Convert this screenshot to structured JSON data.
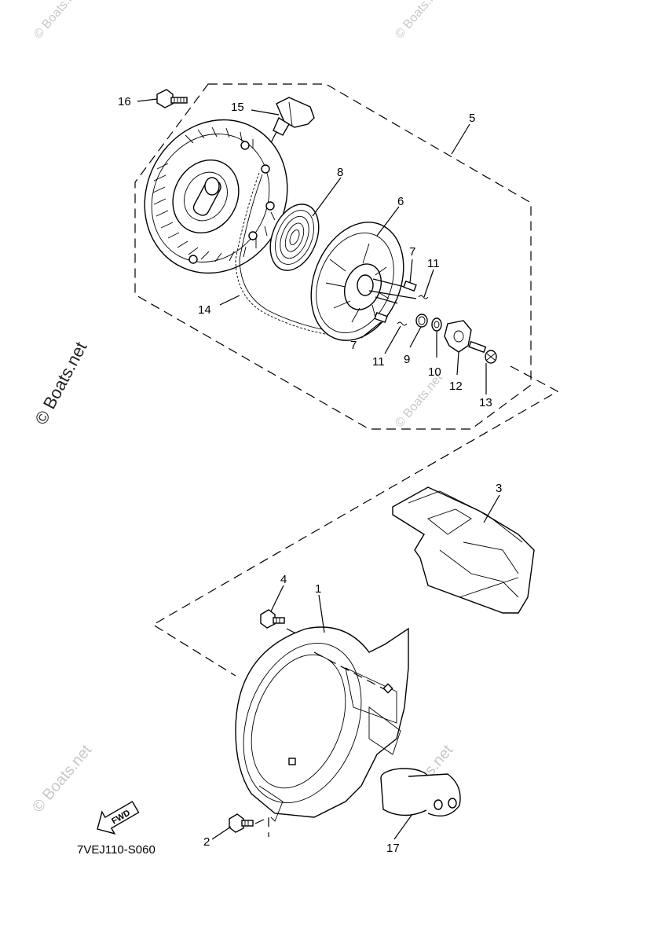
{
  "watermarks": {
    "main": "© Boats.net",
    "faint": "© Boats.net"
  },
  "diagram_code": "7VEJ110-S060",
  "fwd_label": "FWD",
  "callouts": {
    "p1": "1",
    "p2": "2",
    "p3": "3",
    "p4": "4",
    "p5": "5",
    "p6": "6",
    "p7a": "7",
    "p7b": "7",
    "p8": "8",
    "p9": "9",
    "p10": "10",
    "p11a": "11",
    "p11b": "11",
    "p12": "12",
    "p13": "13",
    "p14": "14",
    "p15": "15",
    "p16": "16",
    "p17": "17"
  }
}
